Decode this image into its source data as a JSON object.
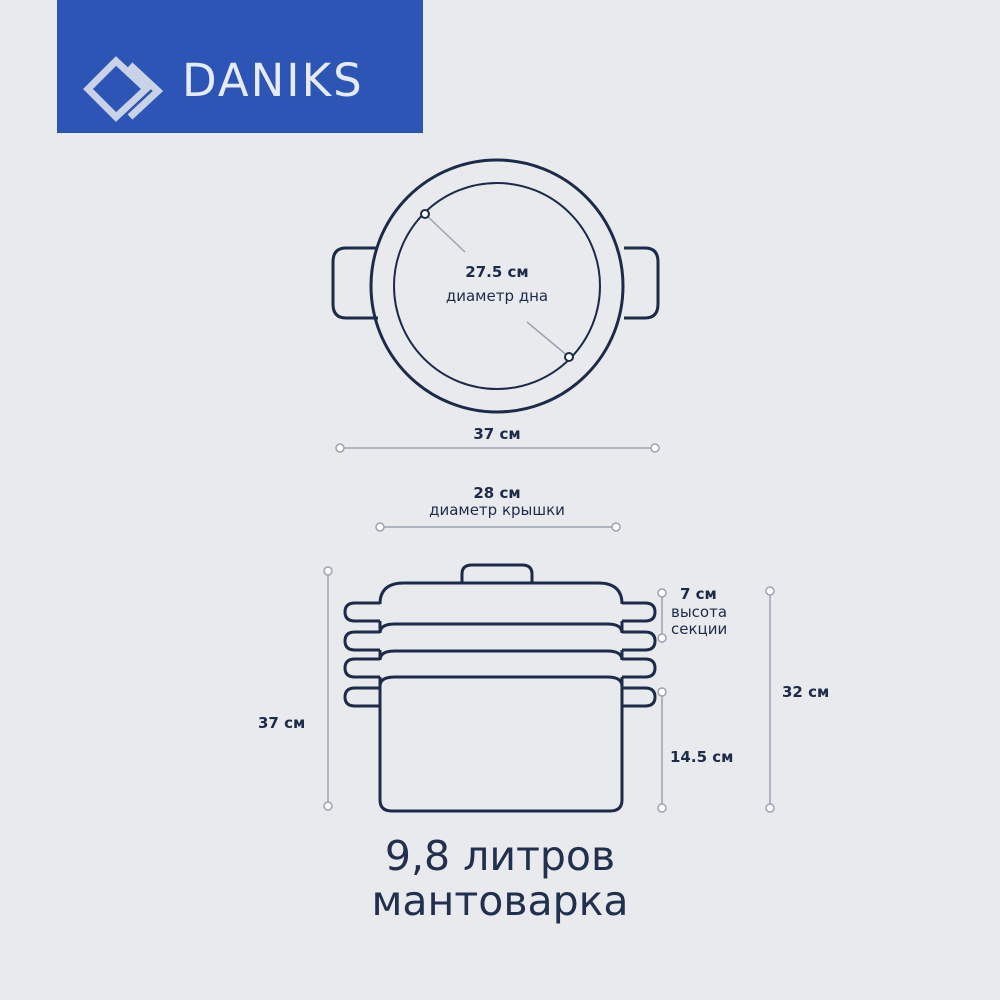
{
  "brand": {
    "name": "DANIKS",
    "background_color": "#2d55b6",
    "text_color": "#e6eaf3"
  },
  "diagram": {
    "line_color": "#1c2b4a",
    "top_view": {
      "bottom_diameter_value": "27.5 см",
      "bottom_diameter_label": "диаметр дна",
      "overall_width": "37 см"
    },
    "side_view": {
      "lid_diameter_value": "28 см",
      "lid_diameter_label": "диаметр крышки",
      "total_height": "37 см",
      "section_height_value": "7 см",
      "section_height_label_line1": "высота",
      "section_height_label_line2": "секции",
      "base_height": "14.5 см",
      "body_height": "32 см"
    }
  },
  "caption": {
    "line1": "9,8 литров",
    "line2": "мантоварка"
  }
}
